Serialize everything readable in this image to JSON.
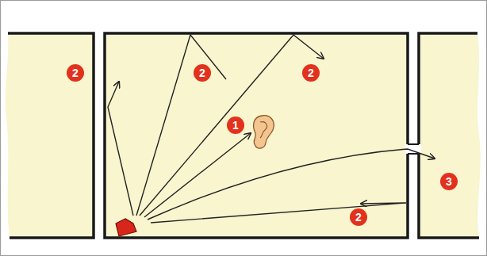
{
  "diagram": {
    "labels": [
      "2",
      "2",
      "2",
      "1",
      "3",
      "2"
    ]
  }
}
